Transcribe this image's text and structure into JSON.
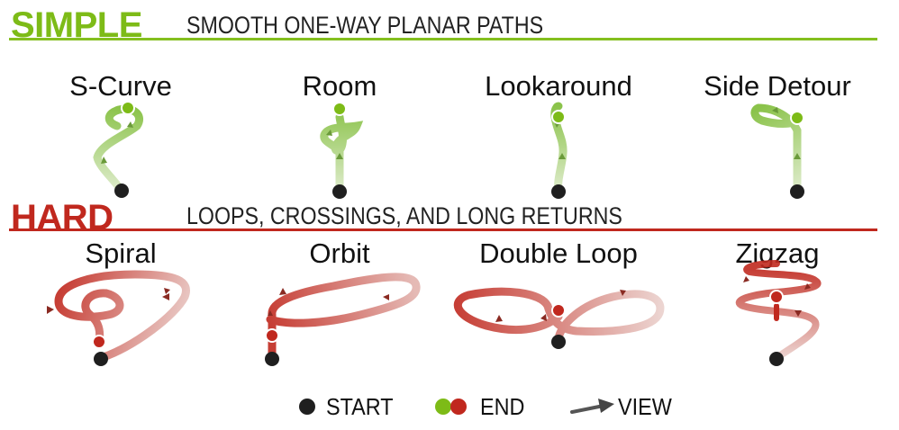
{
  "sections": {
    "simple": {
      "title": "SIMPLE",
      "subtitle": "SMOOTH ONE-WAY PLANAR PATHS",
      "color": "#7dbb17",
      "paths": [
        "S-Curve",
        "Room",
        "Lookaround",
        "Side Detour"
      ]
    },
    "hard": {
      "title": "HARD",
      "subtitle": "LOOPS, CROSSINGS, AND LONG RETURNS",
      "color": "#c0281e",
      "paths": [
        "Spiral",
        "Orbit",
        "Double Loop",
        "Zigzag"
      ]
    }
  },
  "legend": {
    "start": "START",
    "end": "END",
    "view": "VIEW"
  },
  "colors": {
    "start_marker": "#1f1f1f",
    "simple_end": "#7dbb17",
    "hard_end": "#c0281e",
    "view_arrow": "#444444"
  }
}
